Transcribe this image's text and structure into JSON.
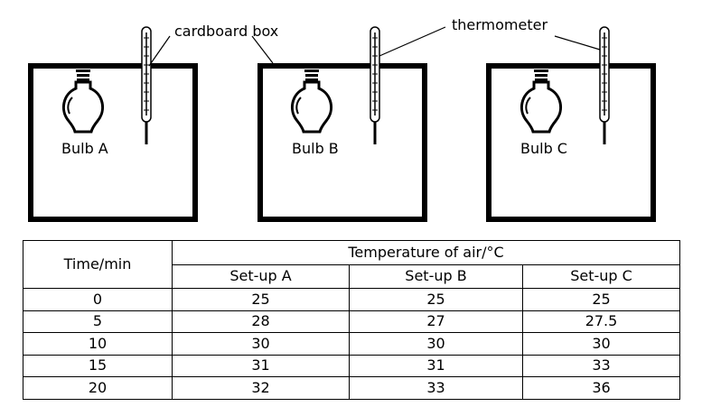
{
  "labels": {
    "cardboard_box": "cardboard box",
    "thermometer": "thermometer"
  },
  "bulbs": [
    "Bulb A",
    "Bulb B",
    "Bulb C"
  ],
  "table": {
    "time_header": "Time/min",
    "temp_header": "Temperature of air/°C",
    "setups": [
      "Set-up A",
      "Set-up B",
      "Set-up C"
    ],
    "rows": [
      {
        "time": "0",
        "a": "25",
        "b": "25",
        "c": "25"
      },
      {
        "time": "5",
        "a": "28",
        "b": "27",
        "c": "27.5"
      },
      {
        "time": "10",
        "a": "30",
        "b": "30",
        "c": "30"
      },
      {
        "time": "15",
        "a": "31",
        "b": "31",
        "c": "33"
      },
      {
        "time": "20",
        "a": "32",
        "b": "33",
        "c": "36"
      }
    ]
  }
}
